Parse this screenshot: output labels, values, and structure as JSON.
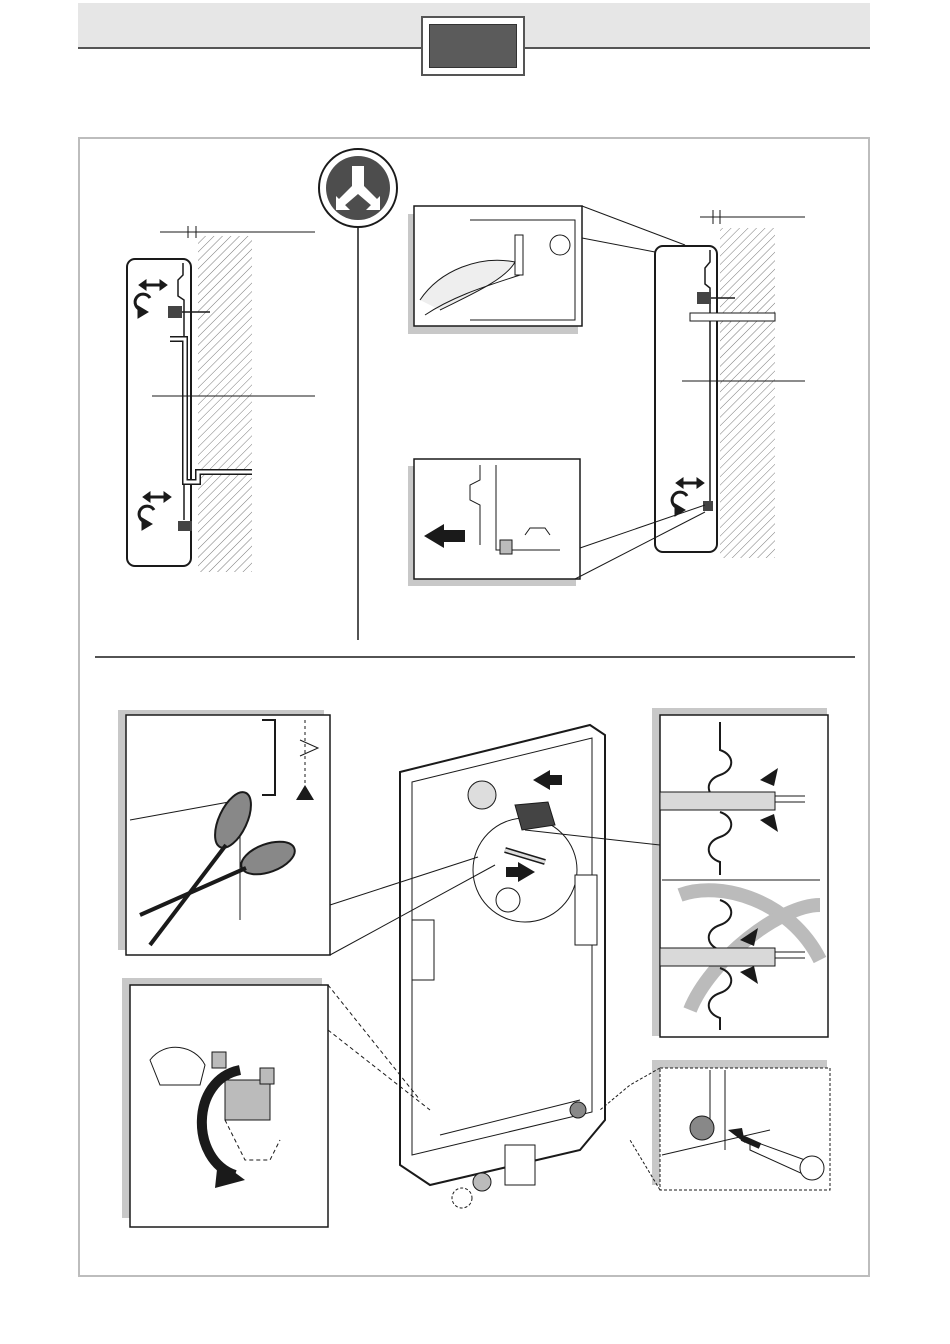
{
  "page": {
    "header_tab_label": "",
    "sections": [
      {
        "name": "wall-mounting-views",
        "callouts": [
          "installation-symbol",
          "detail-cable-clip",
          "detail-fixing-nut"
        ]
      },
      {
        "name": "preparation-views",
        "callouts": [
          "detail-cut-knockout",
          "detail-cable-bending",
          "detail-rotate-bracket",
          "detail-screw-fixing"
        ]
      }
    ]
  },
  "colors": {
    "line": "#1a1a1a",
    "panel_shadow": "#c8c8c8",
    "hatch": "#7a7a7a",
    "symbol_fill": "#4d4d4d",
    "cable": "#d9d9d9",
    "bracket_gray": "#bbbbbb"
  }
}
